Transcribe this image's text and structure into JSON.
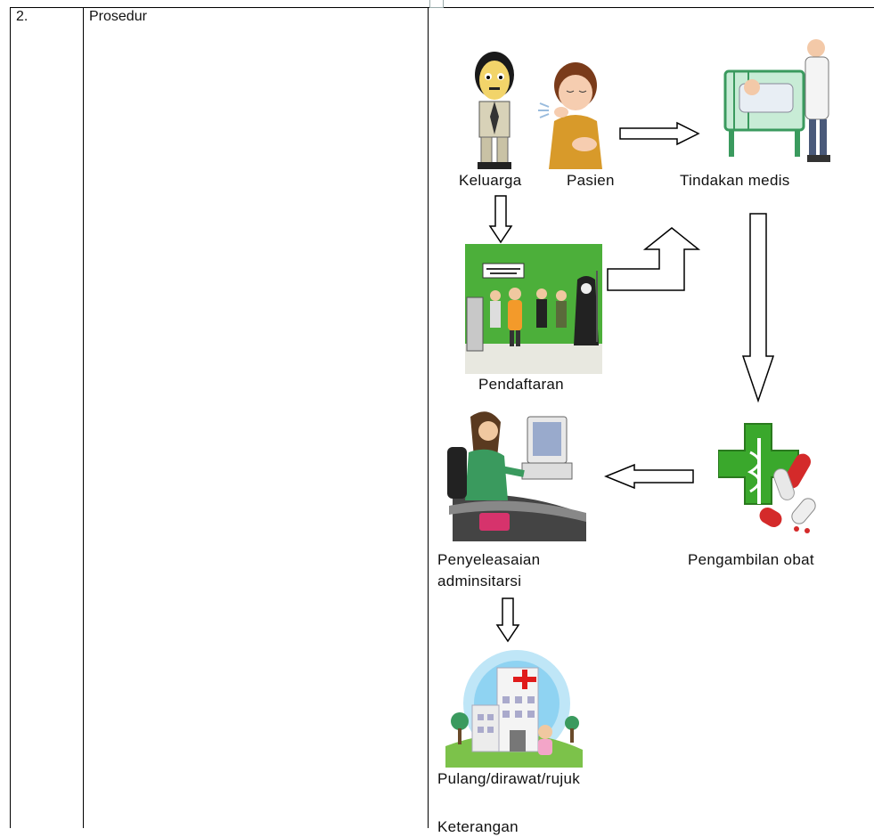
{
  "table": {
    "number": "2.",
    "title": "Prosedur"
  },
  "flow": {
    "keluarga": "Keluarga",
    "pasien": "Pasien",
    "tindakan": "Tindakan medis",
    "pendaftaran": "Pendaftaran",
    "pengambilan": "Pengambilan obat",
    "penyelesaian_line1": "Penyeleasaian",
    "penyelesaian_line2": "adminsitarsi",
    "pulang": "Pulang/dirawat/rujuk",
    "keterangan": "Keterangan"
  },
  "icons": [
    "family-man-icon",
    "coughing-patient-icon",
    "hospital-bed-doctor-icon",
    "registration-queue-icon",
    "medicine-cross-pills-icon",
    "admin-desk-computer-icon",
    "hospital-building-icon",
    "arrow-icon"
  ],
  "colors": {
    "border": "#000000",
    "queue_green": "#4caf3a",
    "medicine_green": "#3aa82c",
    "pill_red": "#d42a2a",
    "hospital_sky": "#8fd3f2"
  }
}
